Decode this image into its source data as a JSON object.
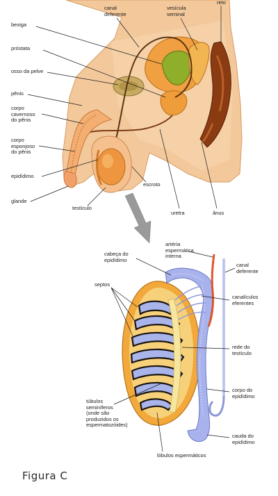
{
  "upper_labels": {
    "bexiga": "bexiga",
    "prostata": "próstata",
    "osso_pelve": "osso da pelve",
    "penis": "pênis",
    "corpo_cavernoso": "corpo\ncavernoso\ndo pênis",
    "corpo_esponjoso": "corpo\nesponjoso\ndo pênis",
    "epididimo": "epidídimo",
    "glande": "glande",
    "canal_deferente": "canal\ndeferente",
    "vesicula_seminal": "vesícula\nseminal",
    "reto": "reto",
    "escroto": "escroto",
    "testiculo": "testículo",
    "uretra": "uretra",
    "anus": "ânus"
  },
  "lower_labels": {
    "cabeca_epididimo": "cabeça do\nepidídimo",
    "arteria": "artéria\nespermática\ninterna",
    "canal_deferente": "canal\ndeferente",
    "septos": "septos",
    "canaliculos": "canalículos\neferentes",
    "rede_testiculo": "rede do\ntestículo",
    "tubulos": "túbulos\nseminíferos\n(onde são\nproduzidos os\nespermatozóides)",
    "corpo_epididimo": "corpo do\nepidídimo",
    "cauda_epididimo": "cauda do\nepidídimo",
    "lobulos": "lóbulos espermáticos"
  },
  "caption": "Figura C",
  "colors": {
    "skin": "#f3c99c",
    "skin_dark": "#e2a56e",
    "organ_orange": "#f0a040",
    "bladder_green": "#8fae2a",
    "rectum_brown": "#8a3b12",
    "bone": "#b99b52",
    "tubule_blue": "#9aa6e6",
    "artery_red": "#e0552a",
    "arrow_gray": "#9a9a9a"
  }
}
